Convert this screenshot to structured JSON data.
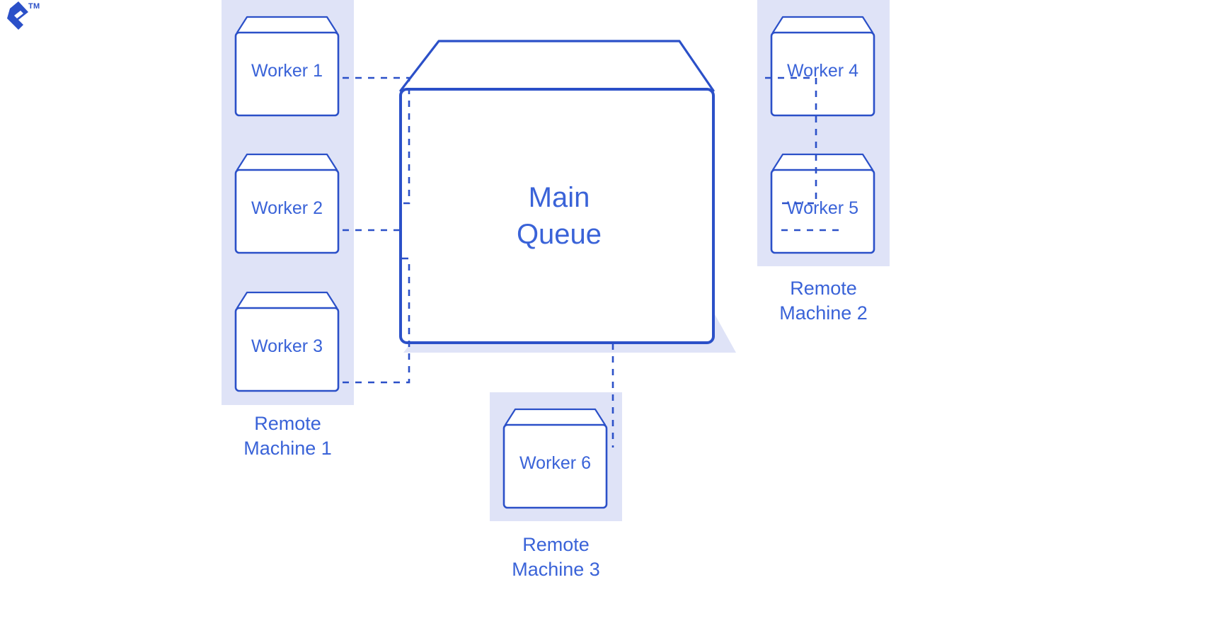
{
  "brand": {
    "logo_name": "toptal-logo",
    "trademark": "TM",
    "logo_color": "#2b50c8"
  },
  "colors": {
    "stroke": "#2b50c8",
    "text": "#3a63d8",
    "panel_fill": "#dfe3f7",
    "shadow_fill": "#dfe3f7",
    "background": "#ffffff"
  },
  "diagram": {
    "type": "architecture-diagram",
    "central_node": {
      "label": "Main\nQueue",
      "name": "main-queue"
    },
    "machines": [
      {
        "name": "remote-machine-1",
        "label": "Remote\nMachine 1",
        "workers": [
          {
            "name": "worker-1",
            "label": "Worker 1"
          },
          {
            "name": "worker-2",
            "label": "Worker 2"
          },
          {
            "name": "worker-3",
            "label": "Worker 3"
          }
        ]
      },
      {
        "name": "remote-machine-2",
        "label": "Remote\nMachine 2",
        "workers": [
          {
            "name": "worker-4",
            "label": "Worker 4"
          },
          {
            "name": "worker-5",
            "label": "Worker 5"
          }
        ]
      },
      {
        "name": "remote-machine-3",
        "label": "Remote\nMachine 3",
        "workers": [
          {
            "name": "worker-6",
            "label": "Worker 6"
          }
        ]
      }
    ],
    "connections": [
      {
        "from": "worker-1",
        "to": "main-queue",
        "style": "dashed"
      },
      {
        "from": "worker-2",
        "to": "main-queue",
        "style": "dashed"
      },
      {
        "from": "worker-3",
        "to": "main-queue",
        "style": "dashed"
      },
      {
        "from": "worker-4",
        "to": "main-queue",
        "style": "dashed"
      },
      {
        "from": "worker-5",
        "to": "main-queue",
        "style": "dashed"
      },
      {
        "from": "worker-6",
        "to": "main-queue",
        "style": "dashed"
      }
    ]
  }
}
